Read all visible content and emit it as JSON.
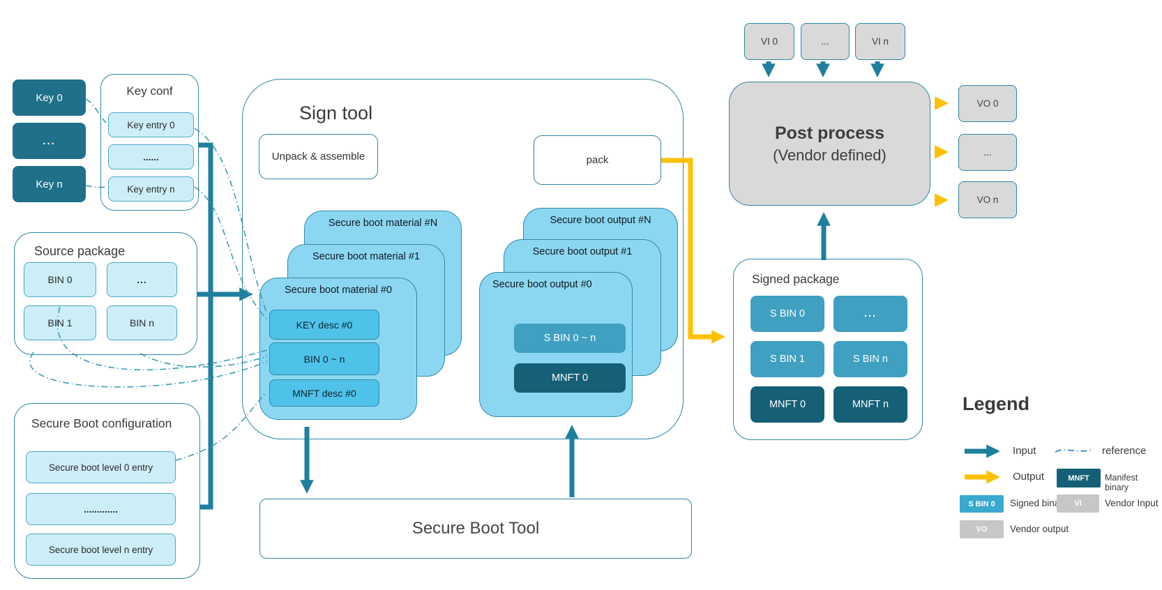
{
  "keys": {
    "items": [
      "Key 0",
      "...",
      "Key n"
    ]
  },
  "key_conf": {
    "title": "Key conf",
    "entries": [
      "Key entry 0",
      "......",
      "Key entry n"
    ]
  },
  "source_package": {
    "title": "Source package",
    "bins": [
      "BIN 0",
      "...",
      "BIN 1",
      "BIN n"
    ]
  },
  "secure_boot_config": {
    "title": "Secure Boot configuration",
    "entries": [
      "Secure boot level 0 entry",
      ".............",
      "Secure boot level n entry"
    ]
  },
  "sign_tool": {
    "title": "Sign tool",
    "unpack_label": "Unpack & assemble",
    "pack_label": "pack",
    "material_stack": {
      "back": "Secure boot material #N",
      "middle": "Secure boot material #1",
      "front": "Secure boot material #0",
      "items": [
        "KEY desc #0",
        "BIN 0 ~ n",
        "MNFT desc #0"
      ]
    },
    "output_stack": {
      "back": "Secure boot output #N",
      "middle": "Secure boot output #1",
      "front": "Secure boot output #0",
      "signed_item": "S BIN 0 ~ n",
      "manifest_item": "MNFT 0"
    }
  },
  "secure_boot_tool": {
    "label": "Secure Boot Tool"
  },
  "vendor_inputs": [
    "VI 0",
    "...",
    "VI n"
  ],
  "post_process": {
    "title": "Post process",
    "subtitle": "(Vendor defined)"
  },
  "vendor_outputs": [
    "VO 0",
    "...",
    "VO n"
  ],
  "signed_package": {
    "title": "Signed package",
    "cells": [
      {
        "label": "S BIN 0",
        "type": "signed"
      },
      {
        "label": "...",
        "type": "signed"
      },
      {
        "label": "S BIN 1",
        "type": "signed"
      },
      {
        "label": "S BIN n",
        "type": "signed"
      },
      {
        "label": "MNFT 0",
        "type": "manifest"
      },
      {
        "label": "MNFT n",
        "type": "manifest"
      }
    ]
  },
  "legend": {
    "title": "Legend",
    "input_label": "Input",
    "reference_label": "reference",
    "output_label": "Output",
    "manifest_swatch": "MNFT",
    "manifest_label": "Manifest binary",
    "signed_swatch": "S BIN 0",
    "signed_label": "Signed binary",
    "vi_swatch": "VI",
    "vi_label": "Vendor Input",
    "vo_swatch": "VO",
    "vo_label": "Vendor output"
  },
  "colors": {
    "teal_dark": "#1f7088",
    "teal_mid": "#3fa0c1",
    "manifest_dark": "#156077",
    "sky_card": "#8bd7f1",
    "inner_cyan": "#4ec2e9",
    "light_blue": "#cdeef9",
    "gray_box": "#d9d9d9",
    "border_teal": "#2e86a7",
    "arrow_input": "#1f7f9e",
    "arrow_output": "#ffc000",
    "reference": "#3e9ab8"
  }
}
